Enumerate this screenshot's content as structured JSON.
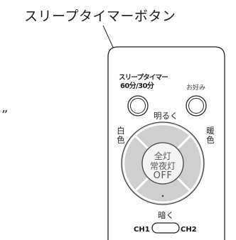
{
  "callout": {
    "label": "スリープタイマーボタン"
  },
  "left_fragment": "”",
  "remote": {
    "sleep_button": {
      "line1": "スリープタイマー",
      "line2": "60分/30分"
    },
    "favorite_button": {
      "label": "お好み"
    },
    "dpad": {
      "up": "明るく",
      "down": "暗く",
      "left": "白色",
      "right": "暖色",
      "center": {
        "line1": "全灯",
        "line2": "常夜灯",
        "line3": "OFF"
      }
    },
    "channel": {
      "ch1": "CH1",
      "ch2": "CH2"
    }
  }
}
